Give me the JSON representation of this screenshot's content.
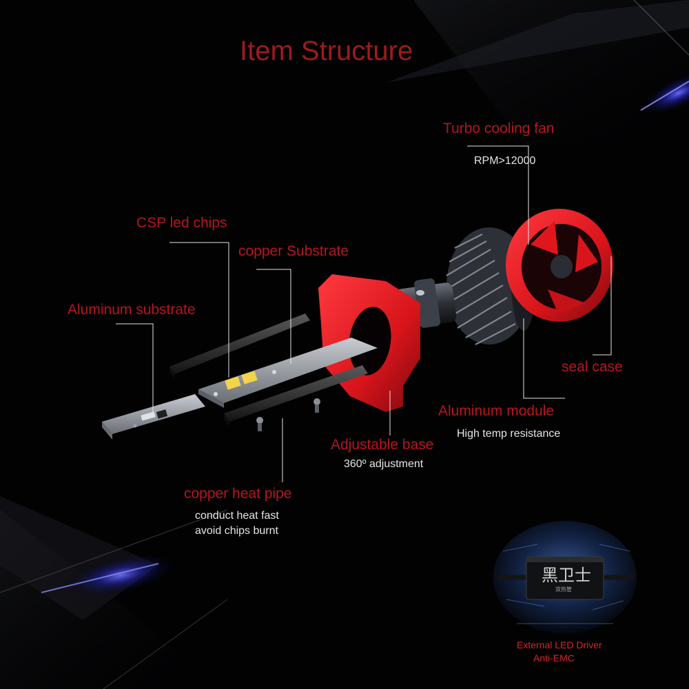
{
  "title": "Item Structure",
  "labels": {
    "turbo_fan": "Turbo cooling fan",
    "turbo_fan_sub": "RPM>12000",
    "csp_chips": "CSP led chips",
    "copper_substrate": "copper Substrate",
    "aluminum_substrate": "Aluminum substrate",
    "seal_case": "seal case",
    "aluminum_module": "Aluminum module",
    "aluminum_module_sub": "High temp resistance",
    "adjustable_base": "Adjustable  base",
    "adjustable_base_sub": "360º adjustment",
    "heat_pipe": "copper heat pipe",
    "heat_pipe_sub1": "conduct heat fast",
    "heat_pipe_sub2": "avoid chips burnt"
  },
  "driver": {
    "logo_text": "黑卫士",
    "small_text": "双热管",
    "caption1": "External LED Driver",
    "caption2": "Anti-EMC"
  },
  "colors": {
    "accent_red": "#b8161c",
    "part_red": "#e0161d",
    "background": "#020203",
    "glow_blue": "#3a3cff"
  }
}
